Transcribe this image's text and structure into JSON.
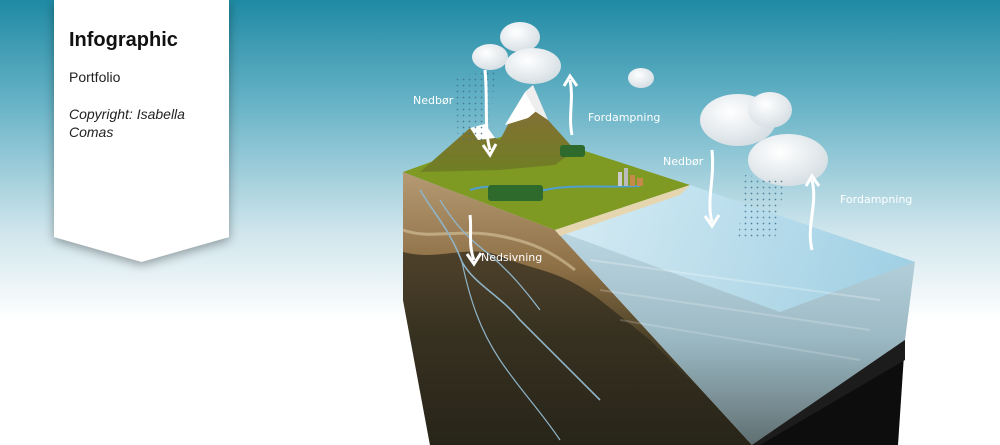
{
  "card": {
    "title": "Infographic",
    "subtitle": "Portfolio",
    "copyright": "Copyright: Isabella Comas"
  },
  "labels": {
    "precip_left": "Nedbør",
    "evap_left": "Fordampning",
    "precip_right": "Nedbør",
    "evap_right": "Fordampning",
    "infiltration": "Nedsivning"
  },
  "colors": {
    "sky_top": "#1f8aa4",
    "grass": "#7e9a22",
    "sea": "#a8d2e4",
    "soil": "#9a7a52"
  }
}
